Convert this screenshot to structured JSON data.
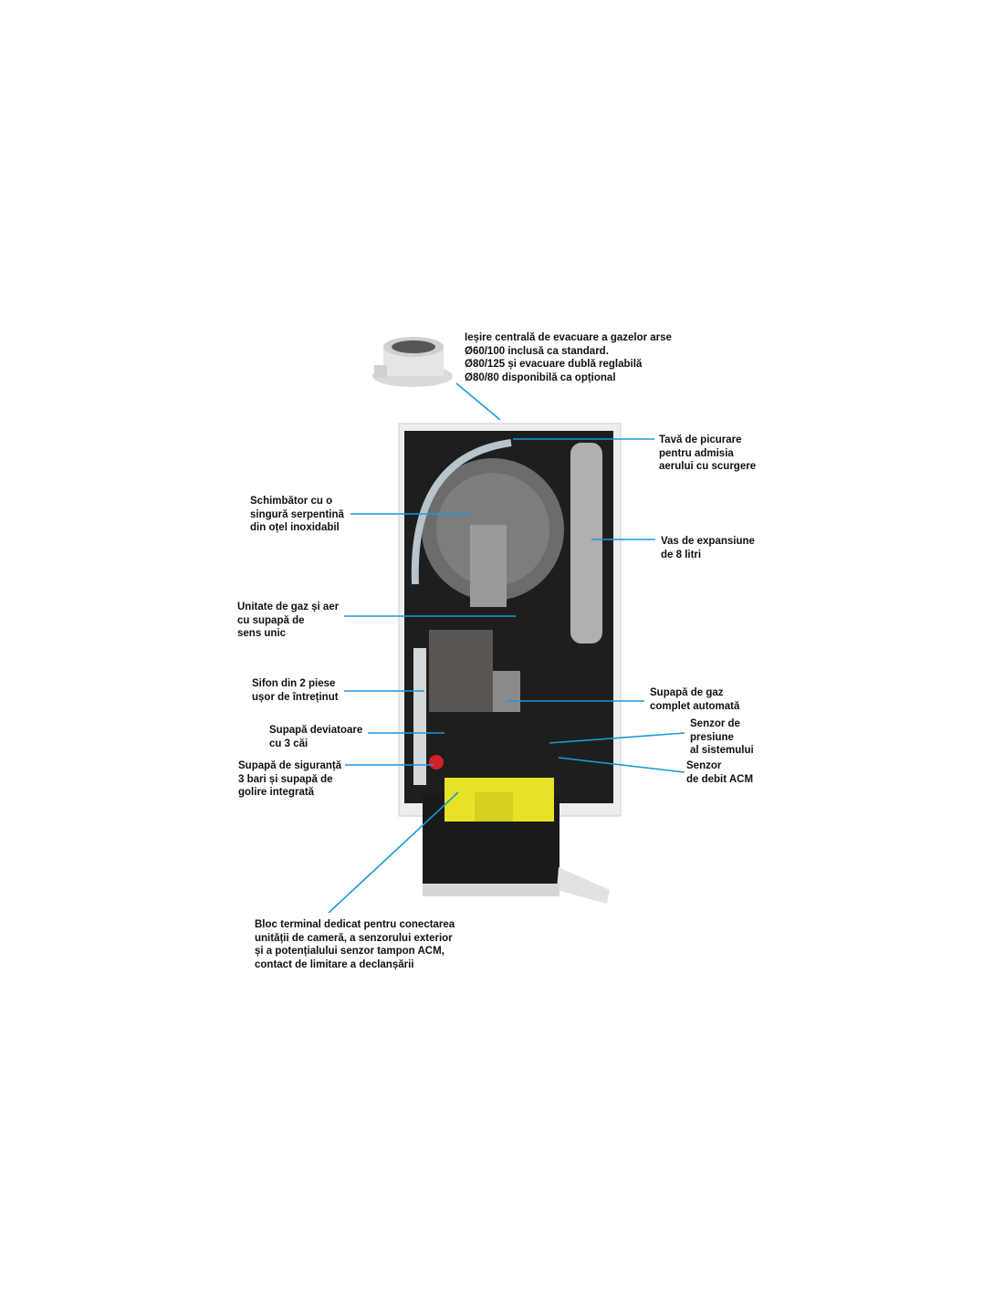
{
  "labels": {
    "flue": [
      "Ieșire centrală de evacuare a gazelor arse",
      "Ø60/100 inclusă ca standard.",
      "Ø80/125 și evacuare dublă reglabilă",
      "Ø80/80 disponibilă ca opțional"
    ],
    "drip_tray": [
      "Tavă de picurare",
      "pentru admisia",
      "aerului cu scurgere"
    ],
    "exchanger": [
      "Schimbător cu o",
      "singură serpentină",
      "din oțel inoxidabil"
    ],
    "expansion_vessel": [
      "Vas de expansiune",
      "de 8 litri"
    ],
    "gas_air_unit": [
      "Unitate de gaz și aer",
      "cu supapă de",
      "sens unic"
    ],
    "siphon": [
      "Sifon din 2 piese",
      "ușor de întreținut"
    ],
    "gas_valve": [
      "Supapă de gaz",
      "complet automată"
    ],
    "diverter_valve": [
      "Supapă deviatoare",
      "cu 3 căi"
    ],
    "pressure_sensor": [
      "Senzor de",
      "presiune",
      "al sistemului"
    ],
    "safety_valve": [
      "Supapă de siguranță",
      "3 bari și supapă de",
      "golire integrată"
    ],
    "flow_sensor": [
      "Senzor",
      "de debit ACM"
    ],
    "terminal_block": [
      "Bloc terminal dedicat pentru conectarea",
      "unității de cameră, a senzorului exterior",
      "și a potențialului senzor tampon ACM,",
      "contact de limitare a declanșării"
    ]
  },
  "colors": {
    "leader": "#1a9ad6",
    "text": "#111111",
    "panel": "#1c1c1c",
    "yellow": "#e8e227"
  }
}
